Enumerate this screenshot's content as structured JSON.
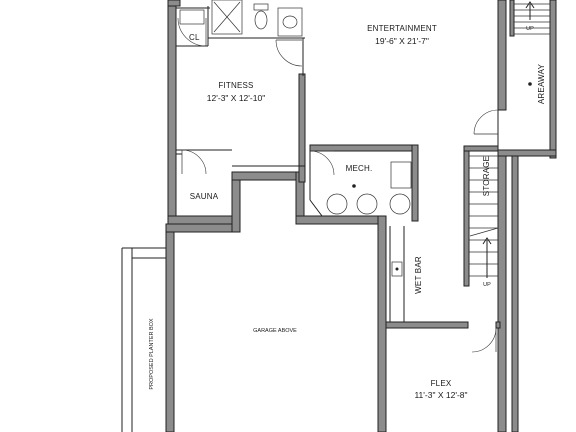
{
  "rooms": {
    "entertainment": {
      "name": "ENTERTAINMENT",
      "dims": "19'-6\" X 21'-7\""
    },
    "fitness": {
      "name": "FITNESS",
      "dims": "12'-3\" X 12'-10\""
    },
    "flex": {
      "name": "FLEX",
      "dims": "11'-3\" X 12'-8\""
    },
    "closet": {
      "name": "CL"
    },
    "sauna": {
      "name": "SAUNA"
    },
    "mechanical": {
      "name": "MECH."
    },
    "garage": {
      "name": "GARAGE ABOVE"
    },
    "wet_bar": {
      "name": "WET BAR"
    },
    "storage": {
      "name": "STORAGE"
    },
    "areaway": {
      "name": "AREAWAY"
    },
    "planter": {
      "name": "PROPOSED PLANTER BOX"
    }
  },
  "stairs": {
    "top_label": "UP",
    "bottom_label": "UP"
  }
}
